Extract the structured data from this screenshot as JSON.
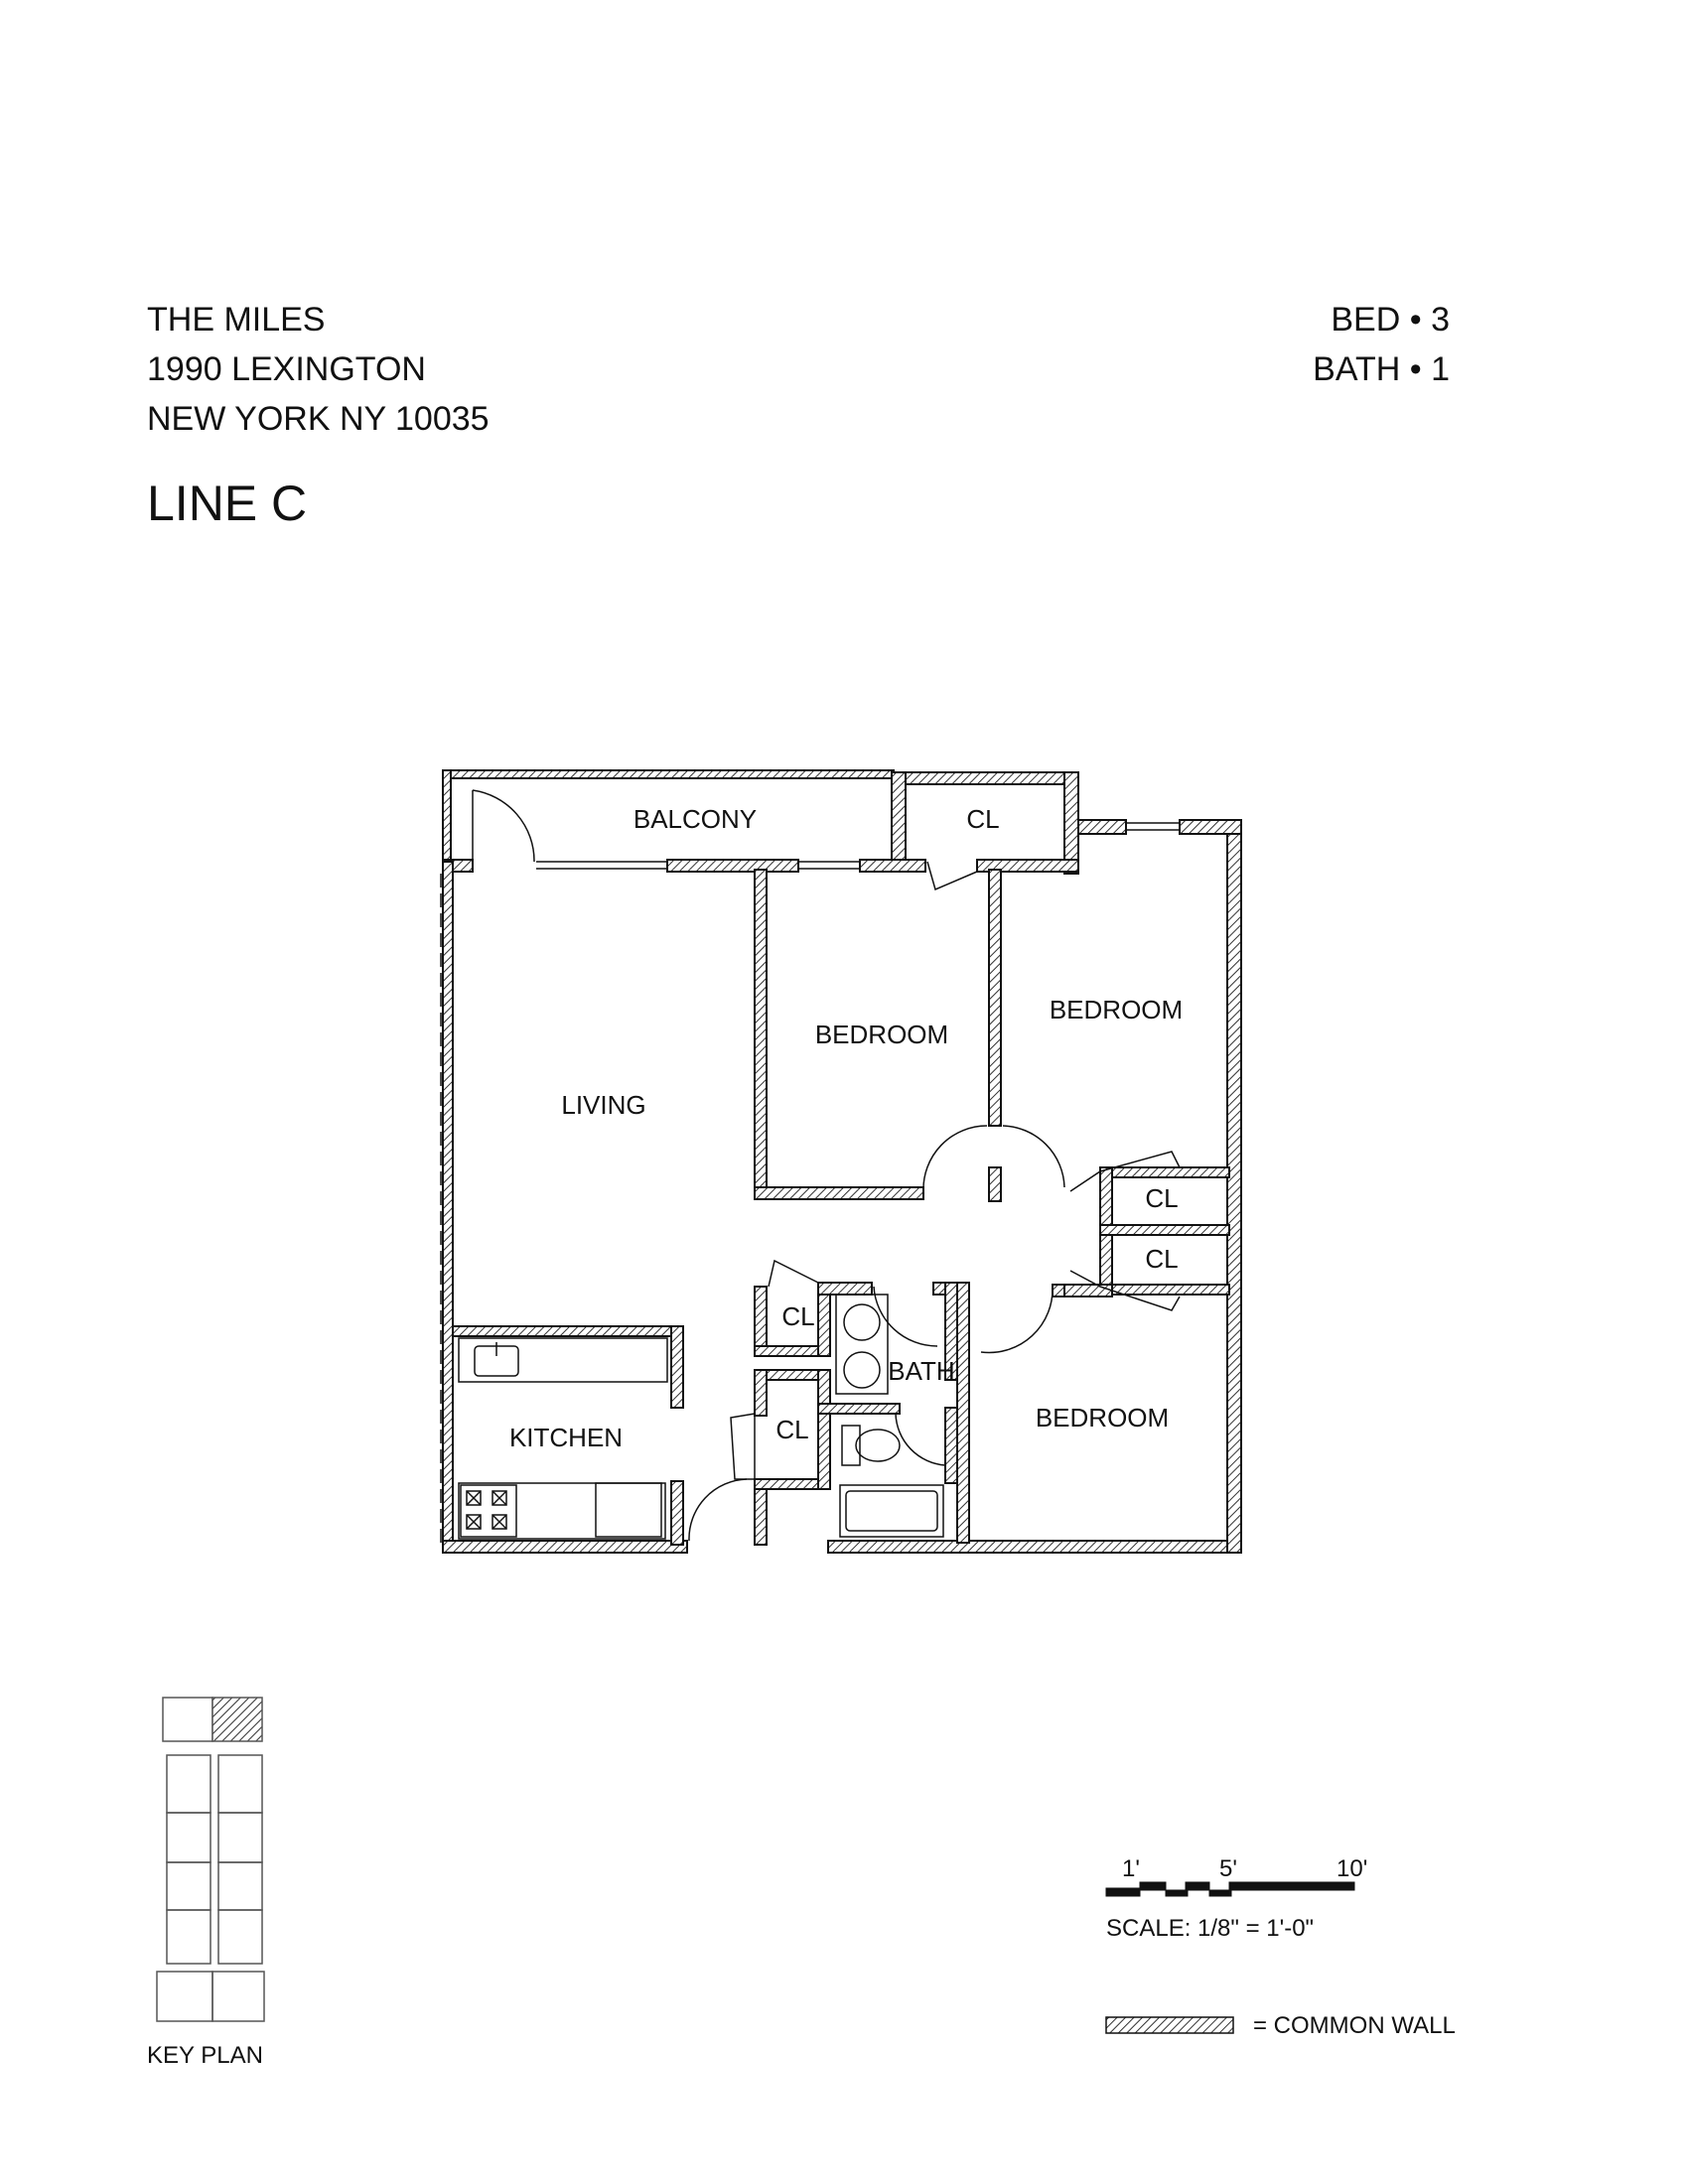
{
  "header": {
    "building": "THE MILES",
    "street": "1990 LEXINGTON",
    "city": "NEW YORK NY 10035",
    "line": "LINE C",
    "bed": "BED  •  3",
    "bath": "BATH  •  1"
  },
  "rooms": {
    "balcony": "BALCONY",
    "closet_top": "CL",
    "bedroom_1": "BEDROOM",
    "bedroom_2": "BEDROOM",
    "bedroom_3": "BEDROOM",
    "living": "LIVING",
    "kitchen": "KITCHEN",
    "bath": "BATH",
    "closet_right_1": "CL",
    "closet_right_2": "CL",
    "closet_hall_1": "CL",
    "closet_hall_2": "CL"
  },
  "key_plan": {
    "label": "KEY PLAN"
  },
  "scale": {
    "tick_1": "1'",
    "tick_5": "5'",
    "tick_10": "10'",
    "text": "SCALE: 1/8\" = 1'-0\""
  },
  "legend": {
    "common_wall": "= COMMON WALL"
  }
}
